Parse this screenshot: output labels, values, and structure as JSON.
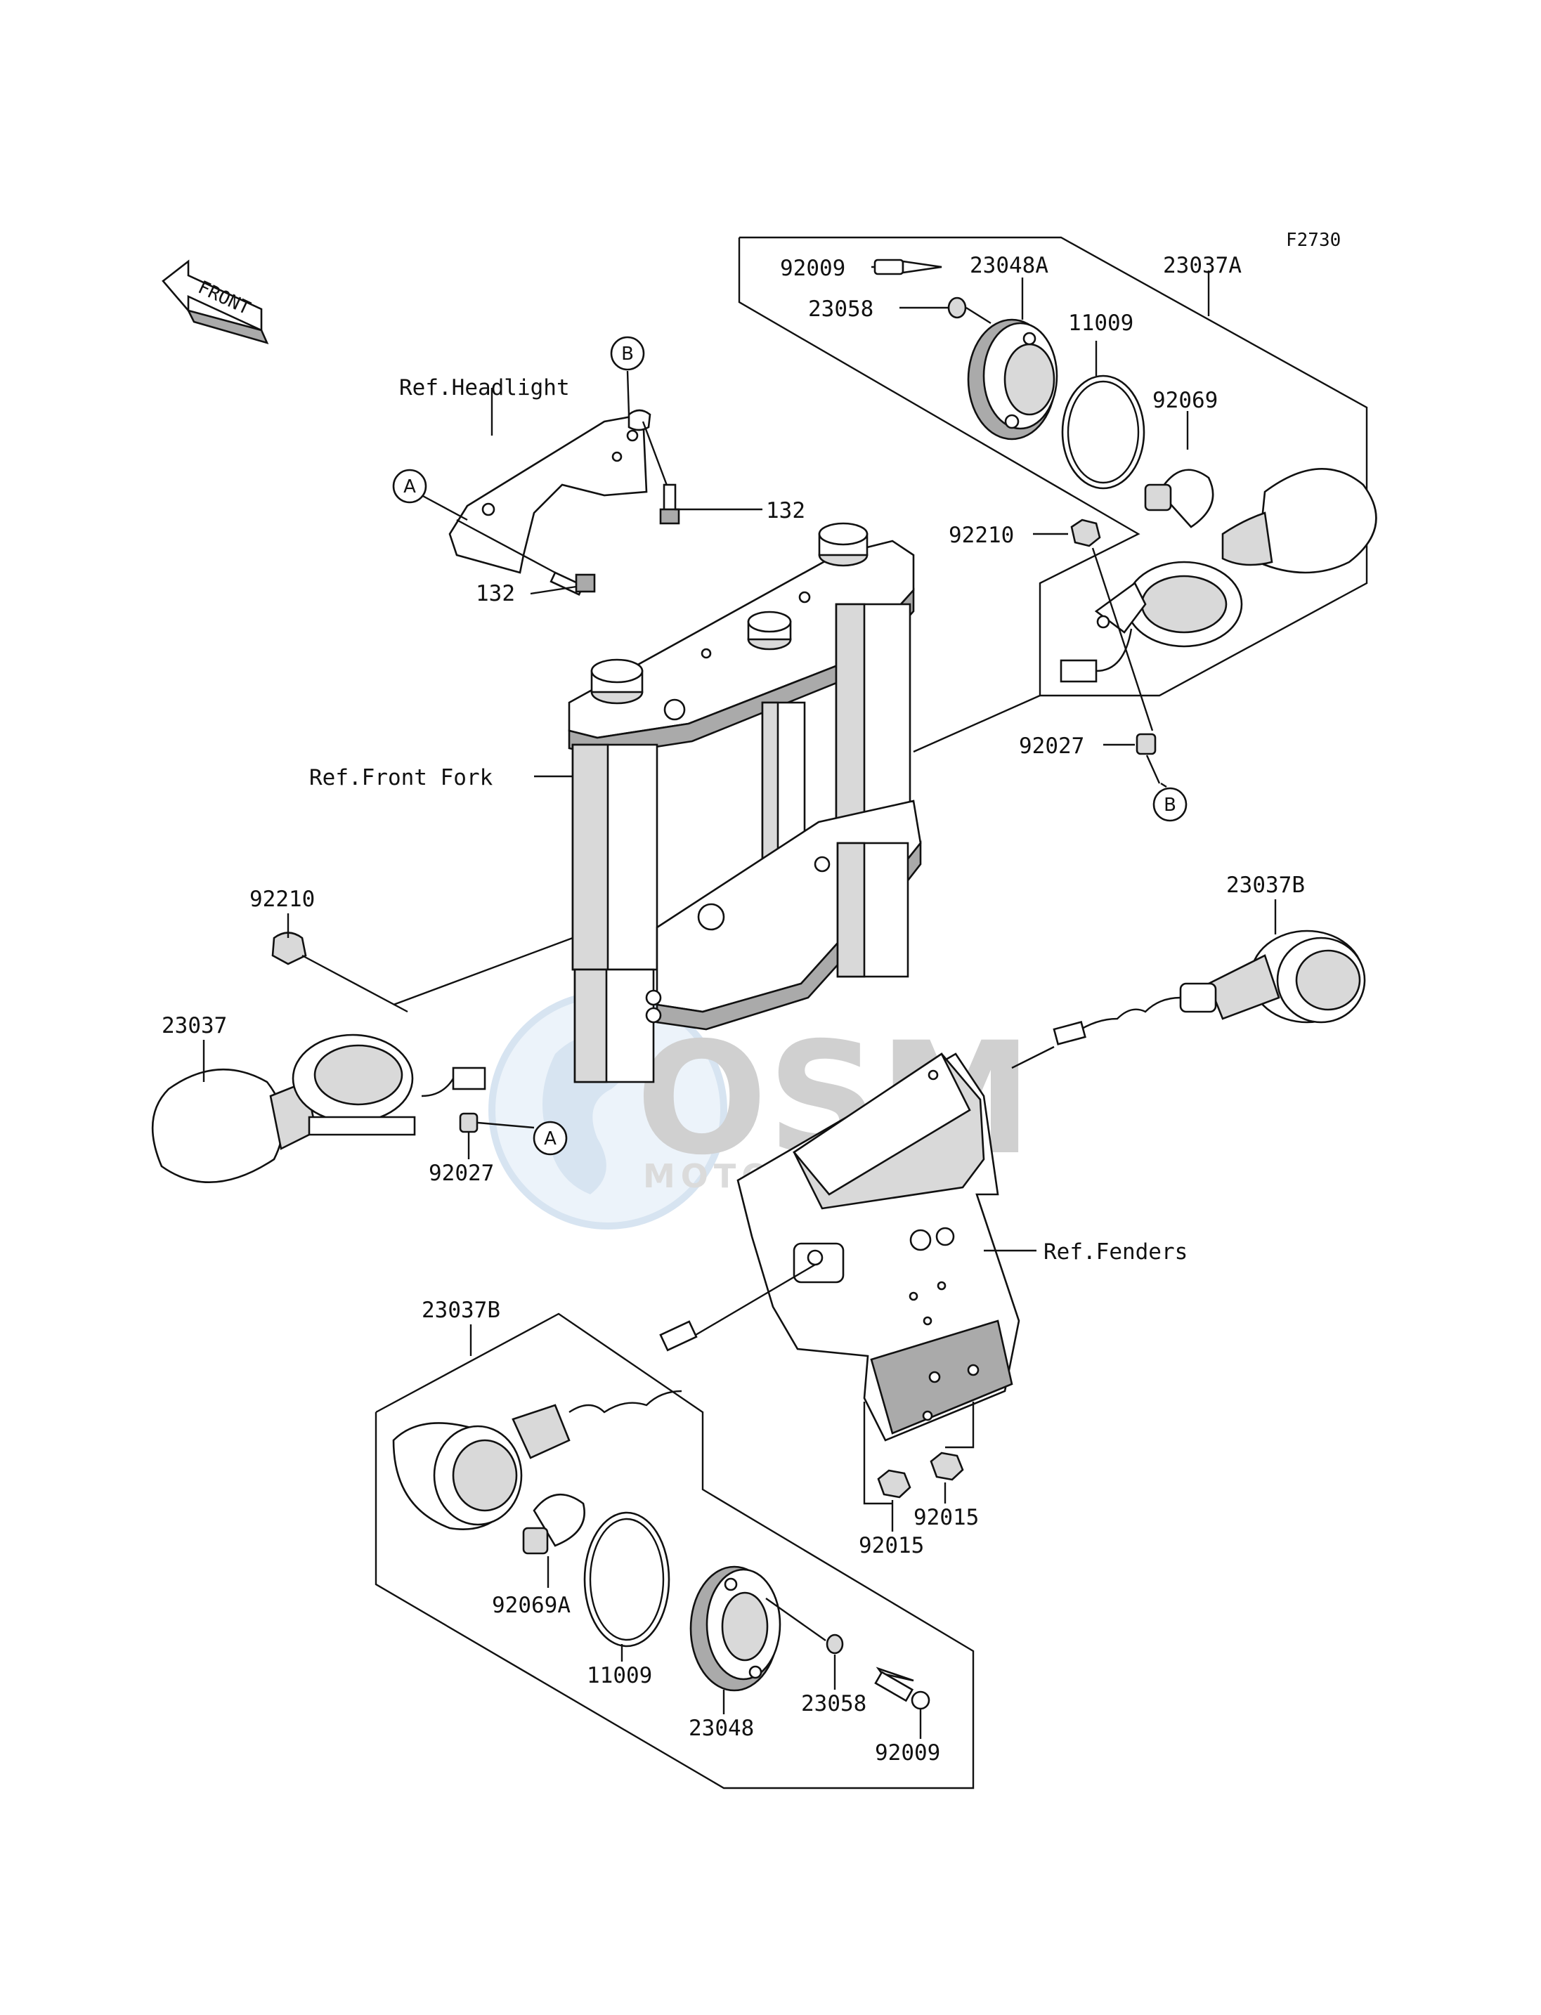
{
  "figure_code": "F2730",
  "front_marker": "FRONT",
  "watermark": {
    "logo_text": "OSM",
    "sub_text": "MOTORPARTS"
  },
  "refs": {
    "headlight": "Ref.Headlight",
    "front_fork": "Ref.Front Fork",
    "fenders": "Ref.Fenders"
  },
  "callouts": {
    "a": "A",
    "b": "B"
  },
  "part_labels": [
    "92009",
    "23048A",
    "23037A",
    "23058",
    "11009",
    "92069",
    "92210",
    "92027",
    "132",
    "132",
    "23037B",
    "92210",
    "23037",
    "92027",
    "23037B",
    "92069A",
    "11009",
    "23048",
    "23058",
    "92009",
    "92015",
    "92015"
  ]
}
